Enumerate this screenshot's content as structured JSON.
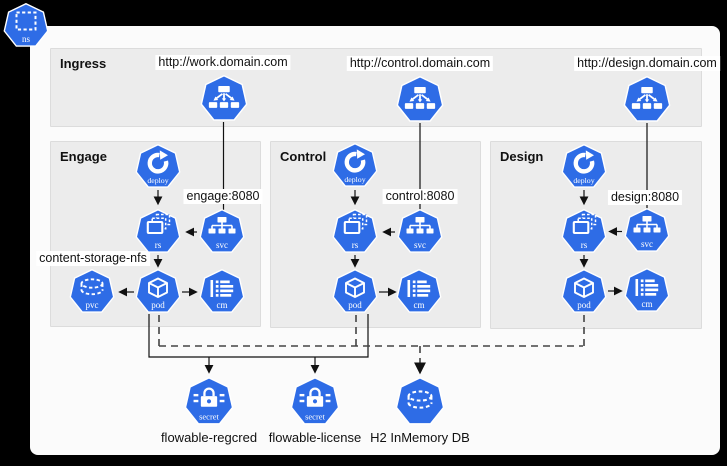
{
  "namespace": {
    "badge": "ns"
  },
  "panels": [
    {
      "title": "Ingress"
    },
    {
      "title": "Engage"
    },
    {
      "title": "Control"
    },
    {
      "title": "Design"
    }
  ],
  "ingress": {
    "endpoints": [
      {
        "url": "http://work.domain.com",
        "route_label": "engage:8080"
      },
      {
        "url": "http://control.domain.com",
        "route_label": "control:8080"
      },
      {
        "url": "http://design.domain.com",
        "route_label": "design:8080"
      }
    ]
  },
  "kinds": {
    "namespace": "ns",
    "deployment": "deploy",
    "replicaset": "rs",
    "service": "svc",
    "pod": "pod",
    "pvc": "pvc",
    "configmap": "cm",
    "secret": "secret"
  },
  "labels": {
    "storage": "content-storage-nfs",
    "secret1": "flowable-regcred",
    "secret2": "flowable-license",
    "database": "H2 InMemory DB"
  },
  "colors": {
    "kubernetes_blue": "#2E6CE6",
    "panel_gray": "#ececec",
    "canvas_white": "#fbfbfb",
    "background_black": "#000000",
    "edge_solid": "#111111",
    "edge_dashed": "#444444"
  }
}
